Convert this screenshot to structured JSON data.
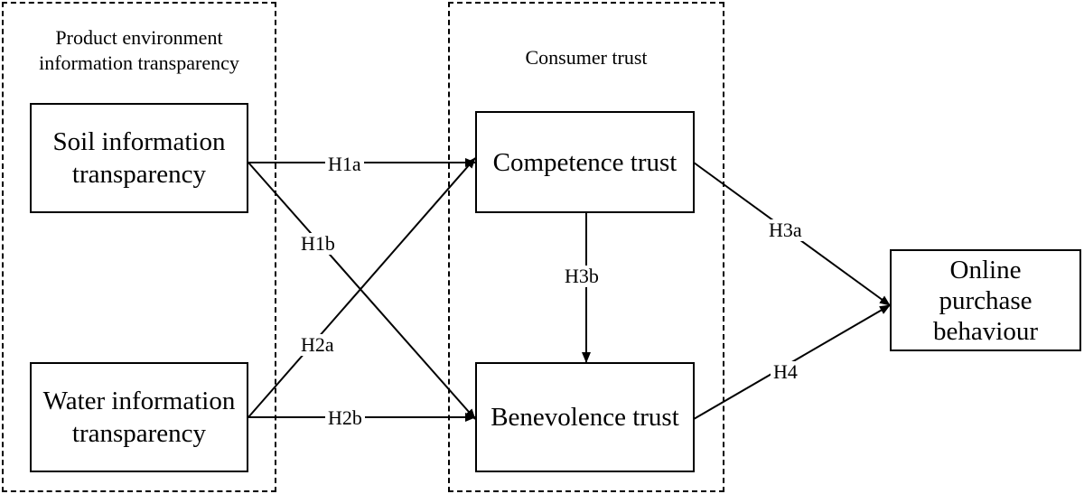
{
  "groups": {
    "product_environment": "Product environment\ninformation transparency",
    "consumer_trust": "Consumer trust"
  },
  "nodes": {
    "soil": "Soil information\ntransparency",
    "water": "Water information\ntransparency",
    "competence": "Competence trust",
    "benevolence": "Benevolence trust",
    "online": "Online\npurchase\nbehaviour"
  },
  "edges": [
    {
      "from": "soil",
      "to": "competence",
      "label": "H1a"
    },
    {
      "from": "soil",
      "to": "benevolence",
      "label": "H1b"
    },
    {
      "from": "water",
      "to": "competence",
      "label": "H2a"
    },
    {
      "from": "water",
      "to": "benevolence",
      "label": "H2b"
    },
    {
      "from": "competence",
      "to": "online",
      "label": "H3a"
    },
    {
      "from": "competence",
      "to": "benevolence",
      "label": "H3b"
    },
    {
      "from": "benevolence",
      "to": "online",
      "label": "H4"
    }
  ]
}
